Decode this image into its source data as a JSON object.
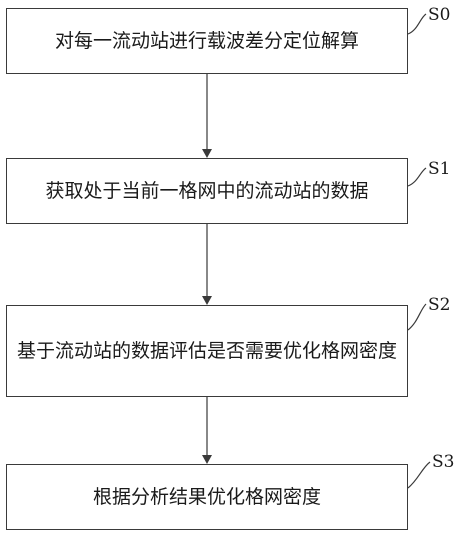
{
  "steps": [
    {
      "id": "S0",
      "text": "对每一流动站进行载波差分定位解算"
    },
    {
      "id": "S1",
      "text": "获取处于当前一格网中的流动站的数据"
    },
    {
      "id": "S2",
      "text": "基于流动站的数据评估是否需要优化格网密度"
    },
    {
      "id": "S3",
      "text": "根据分析结果优化格网密度"
    }
  ]
}
